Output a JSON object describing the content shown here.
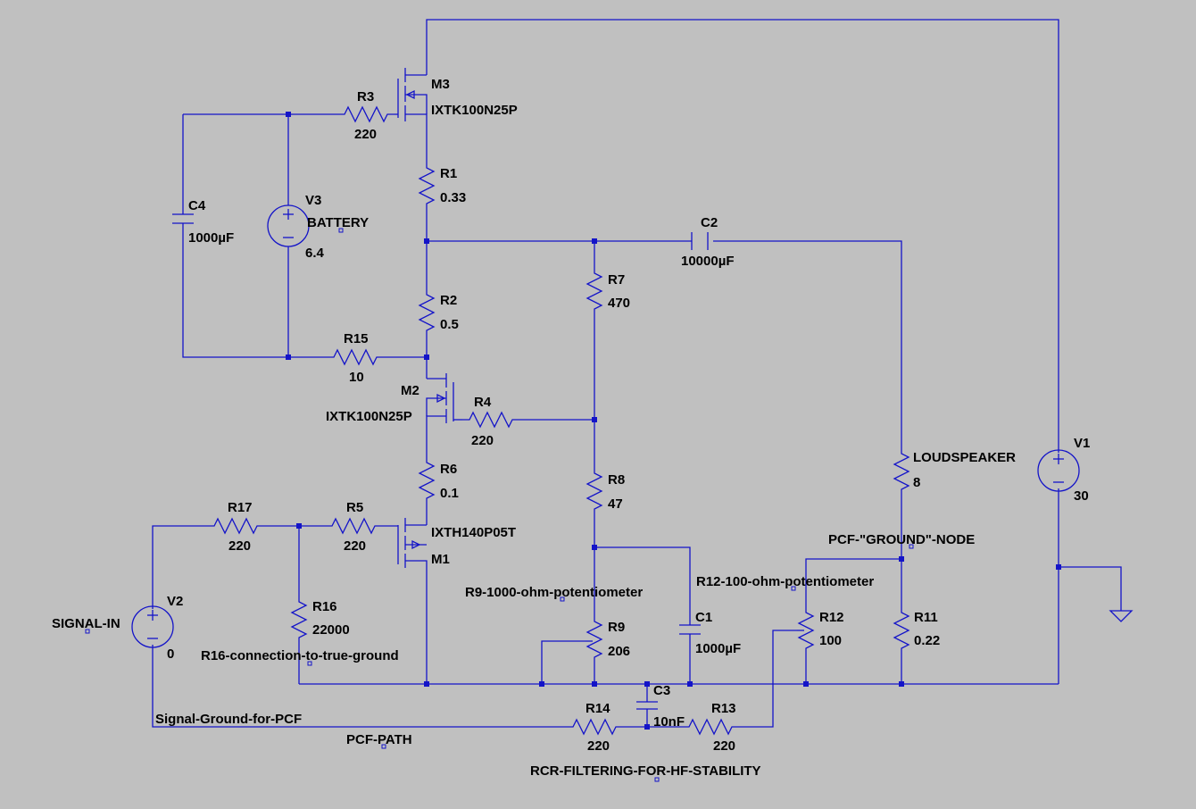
{
  "components": {
    "M3": {
      "ref": "M3",
      "value": "IXTK100N25P"
    },
    "M2": {
      "ref": "M2",
      "value": "IXTK100N25P"
    },
    "M1": {
      "ref": "M1",
      "value": "IXTH140P05T"
    },
    "R1": {
      "ref": "R1",
      "value": "0.33"
    },
    "R2": {
      "ref": "R2",
      "value": "0.5"
    },
    "R3": {
      "ref": "R3",
      "value": "220"
    },
    "R4": {
      "ref": "R4",
      "value": "220"
    },
    "R5": {
      "ref": "R5",
      "value": "220"
    },
    "R6": {
      "ref": "R6",
      "value": "0.1"
    },
    "R7": {
      "ref": "R7",
      "value": "470"
    },
    "R8": {
      "ref": "R8",
      "value": "47"
    },
    "R9": {
      "ref": "R9",
      "value": "206"
    },
    "R11": {
      "ref": "R11",
      "value": "0.22"
    },
    "R12": {
      "ref": "R12",
      "value": "100"
    },
    "R13": {
      "ref": "R13",
      "value": "220"
    },
    "R14": {
      "ref": "R14",
      "value": "220"
    },
    "R15": {
      "ref": "R15",
      "value": "10"
    },
    "R16": {
      "ref": "R16",
      "value": "22000"
    },
    "R17": {
      "ref": "R17",
      "value": "220"
    },
    "LS": {
      "ref": "LOUDSPEAKER",
      "value": "8"
    },
    "C1": {
      "ref": "C1",
      "value": "1000µF"
    },
    "C2": {
      "ref": "C2",
      "value": "10000µF"
    },
    "C3": {
      "ref": "C3",
      "value": "10nF"
    },
    "C4": {
      "ref": "C4",
      "value": "1000µF"
    },
    "V1": {
      "ref": "V1",
      "value": "30"
    },
    "V2": {
      "ref": "V2",
      "value": "0"
    },
    "V3": {
      "ref": "V3",
      "value": "BATTERY",
      "value2": "6.4"
    }
  },
  "net_labels": {
    "signal_in": "SIGNAL-IN",
    "signal_ground": "Signal-Ground-for-PCF",
    "pcf_path": "PCF-PATH",
    "rcr": "RCR-FILTERING-FOR-HF-STABILITY",
    "r16_note": "R16-connection-to-true-ground",
    "r9_note": "R9-1000-ohm-potentiometer",
    "r12_note": "R12-100-ohm-potentiometer",
    "pcf_ground": "PCF-\"GROUND\"-NODE"
  },
  "colors": {
    "background": "#c0c0c0",
    "wire": "#1414c8",
    "text": "#000000"
  }
}
